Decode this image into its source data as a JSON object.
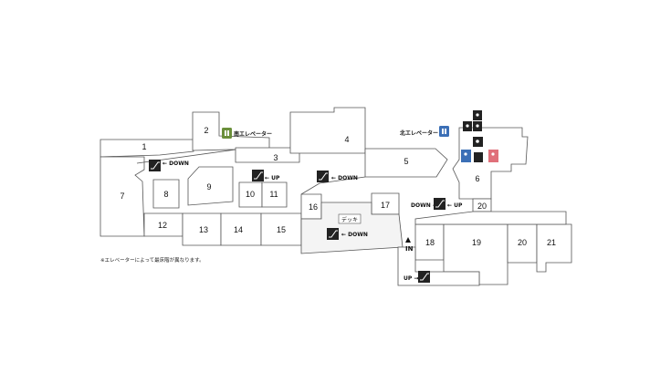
{
  "shops": [
    {
      "id": "1",
      "label": "1"
    },
    {
      "id": "2",
      "label": "2"
    },
    {
      "id": "3",
      "label": "3"
    },
    {
      "id": "4",
      "label": "4"
    },
    {
      "id": "5",
      "label": "5"
    },
    {
      "id": "6",
      "label": "6"
    },
    {
      "id": "7",
      "label": "7"
    },
    {
      "id": "8",
      "label": "8"
    },
    {
      "id": "9",
      "label": "9"
    },
    {
      "id": "10",
      "label": "10"
    },
    {
      "id": "11",
      "label": "11"
    },
    {
      "id": "12",
      "label": "12"
    },
    {
      "id": "13",
      "label": "13"
    },
    {
      "id": "14",
      "label": "14"
    },
    {
      "id": "15",
      "label": "15"
    },
    {
      "id": "16",
      "label": "16"
    },
    {
      "id": "17",
      "label": "17"
    },
    {
      "id": "18",
      "label": "18"
    },
    {
      "id": "19",
      "label": "19"
    },
    {
      "id": "20a",
      "label": "20"
    },
    {
      "id": "20b",
      "label": "20"
    },
    {
      "id": "21",
      "label": "21"
    }
  ],
  "elevators": {
    "south": {
      "label": "南エレベーター",
      "color": "#6a8f3a"
    },
    "north": {
      "label": "北エレベーター",
      "color": "#3b6fb6"
    }
  },
  "escalators": [
    {
      "id": "esc-west",
      "text": "← DOWN"
    },
    {
      "id": "esc-center-up",
      "text": "← UP"
    },
    {
      "id": "esc-center-down",
      "text": "← DOWN"
    },
    {
      "id": "esc-east",
      "text_left": "DOWN →",
      "text_right": "← UP"
    },
    {
      "id": "esc-deck",
      "text": "← DOWN"
    },
    {
      "id": "esc-south",
      "text": "UP →"
    }
  ],
  "deck_label": "デッキ",
  "entrance_label": "IN",
  "note": "※エレベーターによって最床階が異なります。",
  "colors": {
    "restroom_male": "#3b6fb6",
    "restroom_female": "#e0707a",
    "facility_dark": "#222222"
  },
  "icons": [
    "toilet-icon",
    "wheelchair-icon",
    "baby-icon",
    "elevator-icon",
    "escalator-icon"
  ]
}
